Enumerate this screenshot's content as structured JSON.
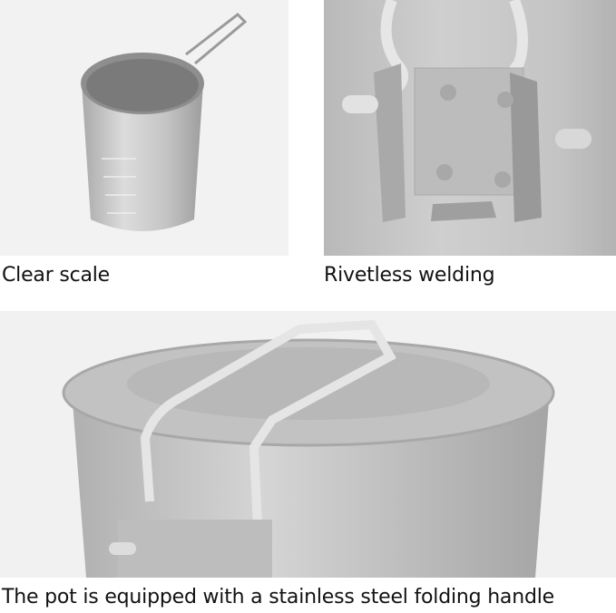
{
  "captions": {
    "scale": "Clear scale",
    "welding": "Rivetless welding",
    "handle": "The pot is equipped with a stainless steel folding handle"
  },
  "colors": {
    "metal": "#c8c8c8",
    "background": "#f2f2f2",
    "text": "#111111"
  }
}
